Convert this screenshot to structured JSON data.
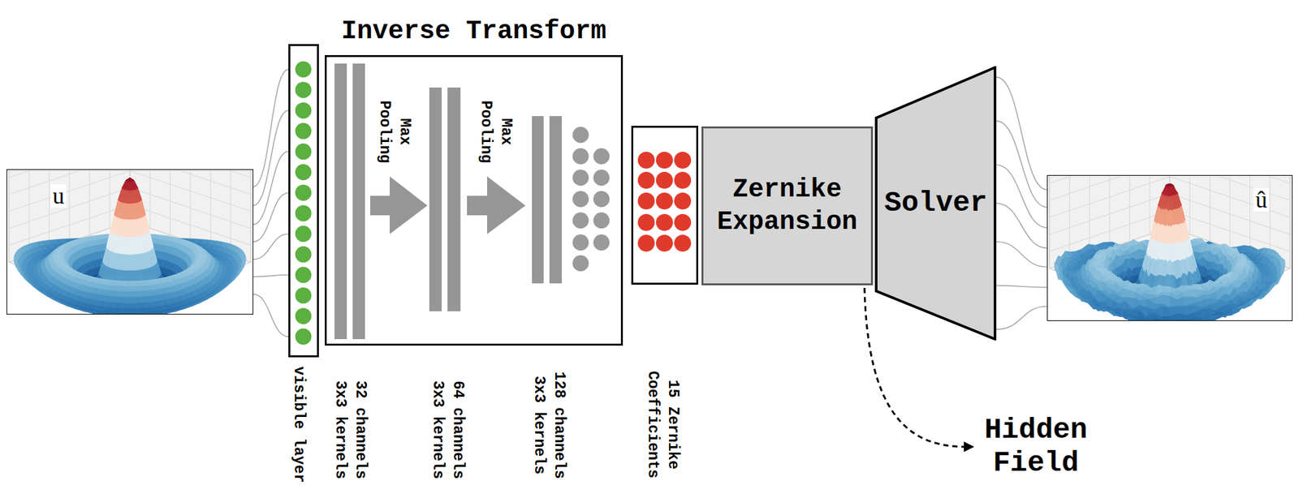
{
  "diagram": {
    "nodes": [
      {
        "text": [
          "u"
        ]
      },
      {
        "text": [
          "visible layer"
        ]
      },
      {
        "text": [
          "Inverse Transform"
        ]
      },
      {
        "text": [
          "15 Zernike Coefficients"
        ]
      },
      {
        "text": [
          "Zernike Expansion"
        ]
      },
      {
        "text": [
          "Solver"
        ]
      },
      {
        "text": [
          "û"
        ]
      }
    ],
    "edges": [
      {
        "from": 0,
        "to": 1,
        "arrow": "none"
      },
      {
        "from": 5,
        "to": 6,
        "arrow": "none"
      }
    ],
    "labels": [
      "Max Pooling",
      "Max Pooling",
      "32 channels 3x3 kernels",
      "64 channels 3x3 kernels",
      "128 channels 3x3 kernels",
      "Hidden Field"
    ]
  }
}
